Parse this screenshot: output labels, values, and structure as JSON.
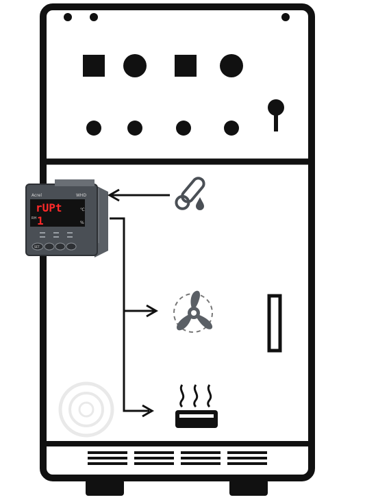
{
  "controller": {
    "brand": "Acrel",
    "model": "WHD",
    "display_top": "rUPt",
    "display_bottom": "1",
    "unit_top": "℃",
    "unit_bottom": "%",
    "side_label": "RH",
    "key_labels": [
      "SET",
      "",
      "",
      ""
    ]
  },
  "icons": {
    "sensor": "temperature-humidity-sensor-icon",
    "fan": "fan-icon",
    "heater": "heater-icon"
  },
  "colors": {
    "outline": "#111111",
    "lcd": "#ff2a2a",
    "controller_body": "#4a4f55"
  }
}
